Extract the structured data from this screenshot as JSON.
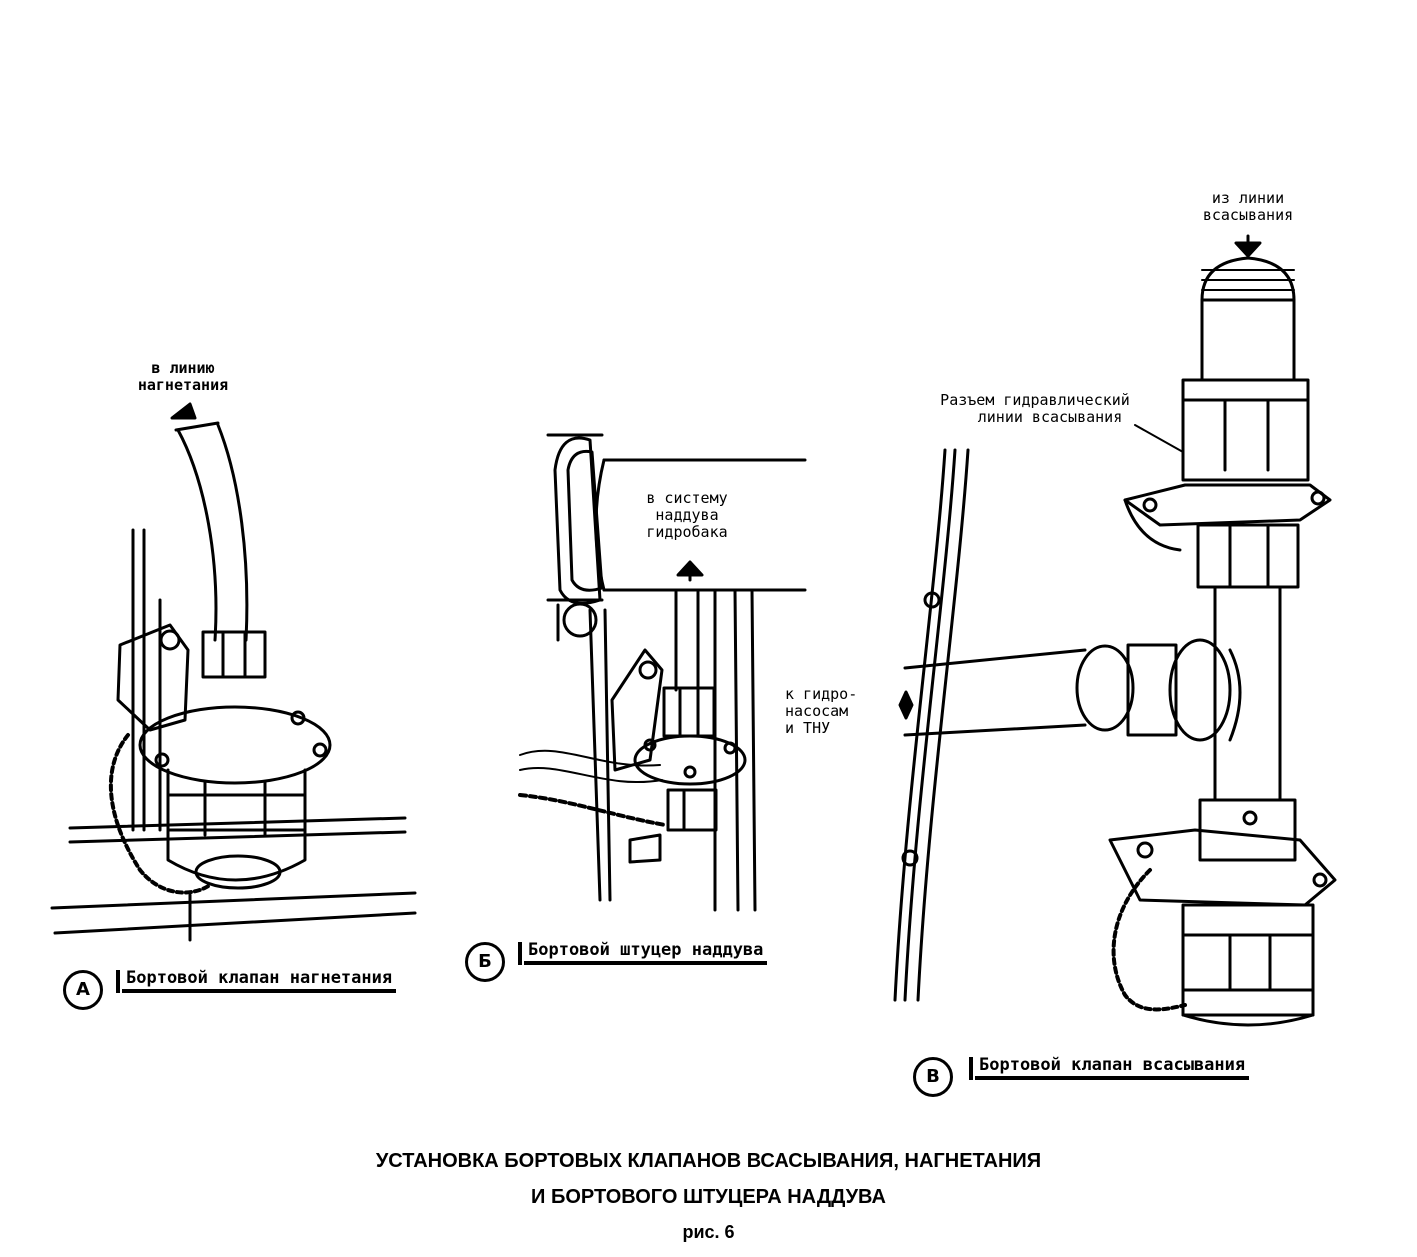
{
  "labels": {
    "a_top": [
      "в линию",
      "нагнетания"
    ],
    "b_flow": [
      "в систему",
      "наддува",
      "гидробака"
    ],
    "c_top": [
      "из линии",
      "всасывания"
    ],
    "c_connector": [
      "Разъем гидравлический",
      "линии всасывания"
    ],
    "c_side": [
      "к гидро-",
      "насосам",
      "и ТНУ"
    ]
  },
  "panels": [
    {
      "badge": "А",
      "caption": "Бортовой клапан нагнетания"
    },
    {
      "badge": "Б",
      "caption": "Бортовой штуцер наддува"
    },
    {
      "badge": "В",
      "caption": "Бортовой клапан всасывания"
    }
  ],
  "title": {
    "line1": "УСТАНОВКА БОРТОВЫХ КЛАПАНОВ ВСАСЫВАНИЯ, НАГНЕТАНИЯ",
    "line2": "И БОРТОВОГО ШТУЦЕРА НАДДУВА",
    "figure": "рис. 6"
  }
}
